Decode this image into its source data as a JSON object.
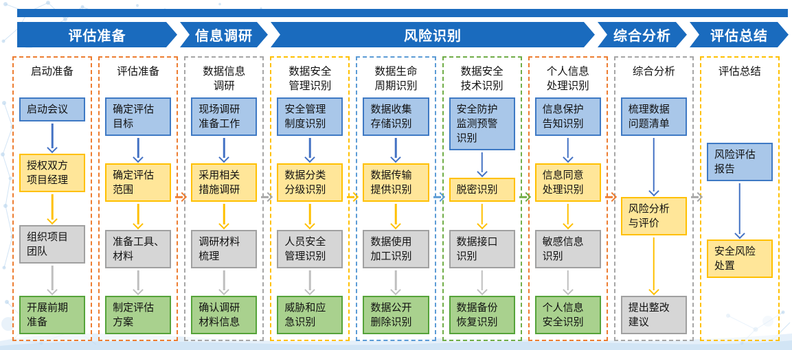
{
  "banner": {
    "phases": [
      {
        "label": "评估准备"
      },
      {
        "label": "信息调研"
      },
      {
        "label": "风险识别"
      },
      {
        "label": "综合分析"
      },
      {
        "label": "评估总结"
      }
    ]
  },
  "columns": [
    {
      "title": "启动准备",
      "border": "orange",
      "arrows": [
        "blue",
        "gold",
        "gray"
      ],
      "boxes": [
        {
          "label": "启动会议",
          "type": "blue"
        },
        {
          "label": "授权双方\n项目经理",
          "type": "gold"
        },
        {
          "label": "组织项目\n团队",
          "type": "gray"
        },
        {
          "label": "开展前期\n准备",
          "type": "green"
        }
      ]
    },
    {
      "title": "评估准备",
      "border": "orange",
      "arrows": [
        "blue",
        "gold",
        "gray"
      ],
      "boxes": [
        {
          "label": "确定评估\n目标",
          "type": "blue"
        },
        {
          "label": "确定评估\n范围",
          "type": "gold"
        },
        {
          "label": "准备工具、\n材料",
          "type": "gray"
        },
        {
          "label": "制定评估\n方案",
          "type": "green"
        }
      ]
    },
    {
      "title": "数据信息\n调研",
      "border": "gray",
      "arrows": [
        "blue",
        "gold",
        "gray"
      ],
      "boxes": [
        {
          "label": "现场调研\n准备工作",
          "type": "blue"
        },
        {
          "label": "采用相关\n措施调研",
          "type": "gold"
        },
        {
          "label": "调研材料\n梳理",
          "type": "gray"
        },
        {
          "label": "确认调研\n材料信息",
          "type": "green"
        }
      ]
    },
    {
      "title": "数据安全\n管理识别",
      "border": "gold",
      "arrows": [
        "blue",
        "gold",
        "gray"
      ],
      "boxes": [
        {
          "label": "安全管理\n制度识别",
          "type": "blue"
        },
        {
          "label": "数据分类\n分级识别",
          "type": "gold"
        },
        {
          "label": "人员安全\n管理识别",
          "type": "gray"
        },
        {
          "label": "威胁和应\n急识别",
          "type": "green"
        }
      ]
    },
    {
      "title": "数据生命\n周期识别",
      "border": "blue",
      "arrows": [
        "blue",
        "gold",
        "gray"
      ],
      "boxes": [
        {
          "label": "数据收集\n存储识别",
          "type": "blue"
        },
        {
          "label": "数据传输\n提供识别",
          "type": "gold"
        },
        {
          "label": "数据使用\n加工识别",
          "type": "gray"
        },
        {
          "label": "数据公开\n删除识别",
          "type": "green"
        }
      ]
    },
    {
      "title": "数据安全\n技术识别",
      "border": "green",
      "arrows": [
        "blue",
        "gold",
        "gray"
      ],
      "boxes": [
        {
          "label": "安全防护\n监测预警\n识别",
          "type": "blue"
        },
        {
          "label": "脱密识别",
          "type": "gold"
        },
        {
          "label": "数据接口\n识别",
          "type": "gray"
        },
        {
          "label": "数据备份\n恢复识别",
          "type": "green"
        }
      ]
    },
    {
      "title": "个人信息\n处理识别",
      "border": "orange",
      "arrows": [
        "blue",
        "gold",
        "gray"
      ],
      "boxes": [
        {
          "label": "信息保护\n告知识别",
          "type": "blue"
        },
        {
          "label": "信息同意\n处理识别",
          "type": "gold"
        },
        {
          "label": "敏感信息\n识别",
          "type": "gray"
        },
        {
          "label": "个人信息\n安全识别",
          "type": "green"
        }
      ]
    },
    {
      "title": "综合分析",
      "border": "gray",
      "arrows": [
        "blue",
        "gold"
      ],
      "boxes": [
        {
          "label": "梳理数据\n问题清单",
          "type": "blue"
        },
        {
          "label": "风险分析\n与评价",
          "type": "gold"
        },
        {
          "label": "提出整改\n建议",
          "type": "gray"
        }
      ]
    },
    {
      "title": "评估总结",
      "border": "gold",
      "arrows": [
        "blue"
      ],
      "boxes": [
        {
          "label": "风险评估\n报告",
          "type": "blue"
        },
        {
          "label": "安全风险\n处置",
          "type": "gold"
        }
      ]
    }
  ],
  "connectors": [
    {
      "after_column": 2,
      "color": "orange"
    },
    {
      "after_column": 3,
      "color": "gray"
    },
    {
      "after_column": 4,
      "color": "gold"
    },
    {
      "after_column": 5,
      "color": "blue"
    },
    {
      "after_column": 6,
      "color": "green"
    },
    {
      "after_column": 7,
      "color": "orange"
    },
    {
      "after_column": 8,
      "color": "gray"
    }
  ],
  "palette": {
    "banner_blue": "#1A6BBE",
    "box_blue_fill": "#A9C7E9",
    "box_blue_border": "#3E79C4",
    "box_gold_fill": "#FFE699",
    "box_gold_border": "#FFC000",
    "box_gray_fill": "#D6D6D6",
    "box_gray_border": "#A0A0A0",
    "box_green_fill": "#A9D18E",
    "box_green_border": "#55A339",
    "arrow_blue": "#4472C4",
    "arrow_gold": "#FFC000",
    "arrow_gray": "#BFBFBF",
    "dash_orange": "#ED7D31",
    "dash_gray": "#A6A6A6",
    "dash_gold": "#FFC000",
    "dash_blue": "#5B9BD5",
    "dash_green": "#70AD47",
    "decor_blue": "#9CC3E8"
  }
}
